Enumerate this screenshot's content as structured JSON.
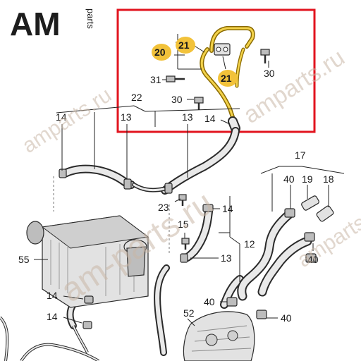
{
  "logo": {
    "letters": "AM",
    "suffix": "parts"
  },
  "watermarks": [
    "amparts.ru",
    "am-parts.ru",
    "amparts.ru",
    "amparts.ru"
  ],
  "highlight_box_color": "#e2141f",
  "highlight_badge_color": "#f2c23a",
  "labels": {
    "l20": "20",
    "l21a": "21",
    "l21b": "21",
    "l31": "31",
    "l30a": "30",
    "l30b": "30",
    "l22": "22",
    "l14a": "14",
    "l13a": "13",
    "l13b": "13",
    "l14b": "14",
    "l17": "17",
    "l40a": "40",
    "l19": "19",
    "l18": "18",
    "l23": "23",
    "l14c": "14",
    "l15": "15",
    "l12": "12",
    "l13c": "13",
    "l40b": "40",
    "l55": "55",
    "l14d": "14",
    "l14e": "14",
    "l40c": "40",
    "l40d": "40",
    "l52": "52"
  }
}
